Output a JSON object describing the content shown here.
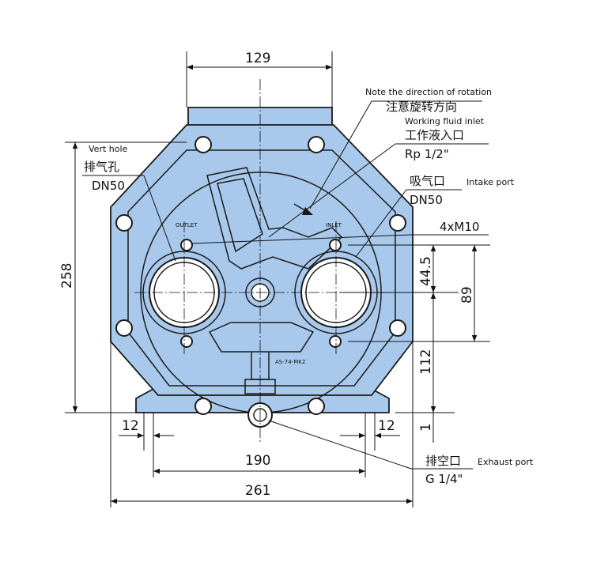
{
  "dimensions": {
    "top_width": "129",
    "height_left": "258",
    "offset_44_5": "44.5",
    "spacing_89": "89",
    "height_112": "112",
    "foot_1": "1",
    "foot_left_12": "12",
    "foot_right_12": "12",
    "bolt_span_190": "190",
    "overall_width_261": "261"
  },
  "labels": {
    "note_en": "Note the direction of rotation",
    "note_cn": "注意旋转方向",
    "working_fluid_en": "Working fluid inlet",
    "working_fluid_cn": "工作液入口",
    "working_fluid_size": "Rp 1/2\"",
    "vent_hole_en": "Vert hole",
    "vent_hole_cn": "排气孔",
    "vent_hole_size": "DN50",
    "intake_cn": "吸气口",
    "intake_en": "Intake port",
    "intake_size": "DN50",
    "bolts": "4xM10",
    "exhaust_cn": "排空口",
    "exhaust_en": "Exhaust port",
    "exhaust_size": "G 1/4\""
  },
  "body_marks": {
    "outlet": "OUTLET",
    "inlet": "INLET",
    "model": "AS-74-MK2"
  },
  "colors": {
    "body_fill": "#a9c9ec",
    "outline": "#1a1a1a"
  }
}
